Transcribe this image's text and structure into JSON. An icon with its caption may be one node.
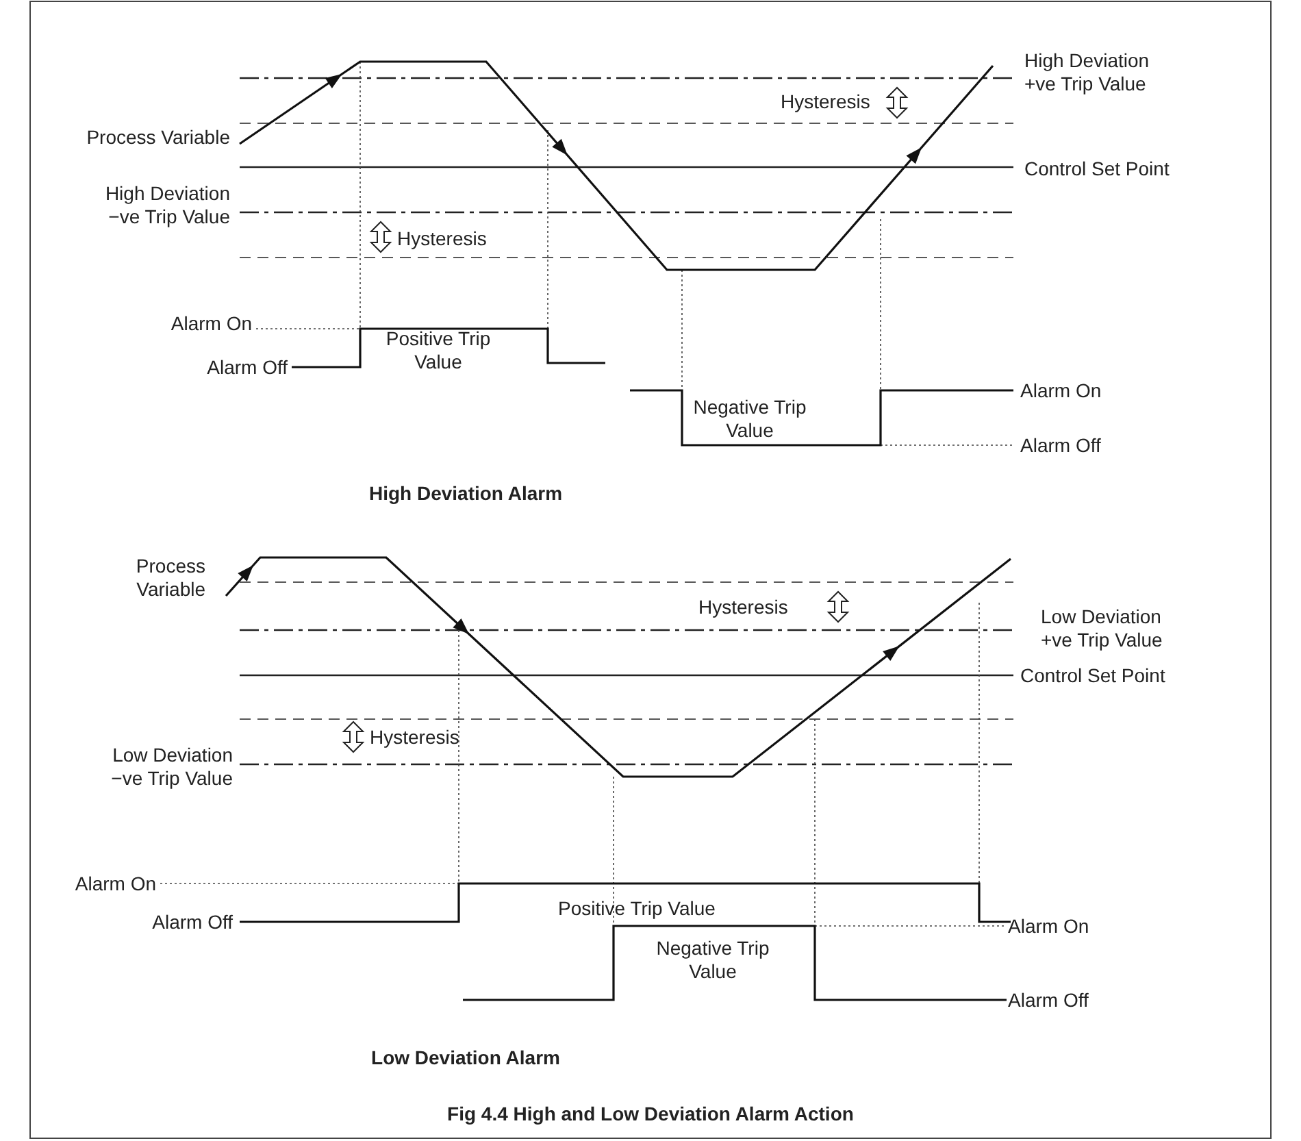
{
  "diagram": {
    "caption": "Fig 4.4 High and Low Deviation Alarm Action",
    "labels": [
      "High Deviation +ve Trip Value",
      "Hysteresis",
      "Process Variable",
      "Control Set Point",
      "High Deviation −ve Trip Value",
      "Hysteresis",
      "Alarm On",
      "Positive Trip Value",
      "Alarm Off",
      "Negative Trip Value",
      "Alarm On",
      "Alarm Off",
      "High Deviation Alarm",
      "Process Variable",
      "Hysteresis",
      "Low Deviation +ve Trip Value",
      "Control Set Point",
      "Hysteresis",
      "Low Deviation −ve Trip Value",
      "Alarm On",
      "Positive Trip Value",
      "Alarm Off",
      "Alarm On",
      "Negative Trip Value",
      "Alarm Off",
      "Low Deviation Alarm"
    ]
  }
}
